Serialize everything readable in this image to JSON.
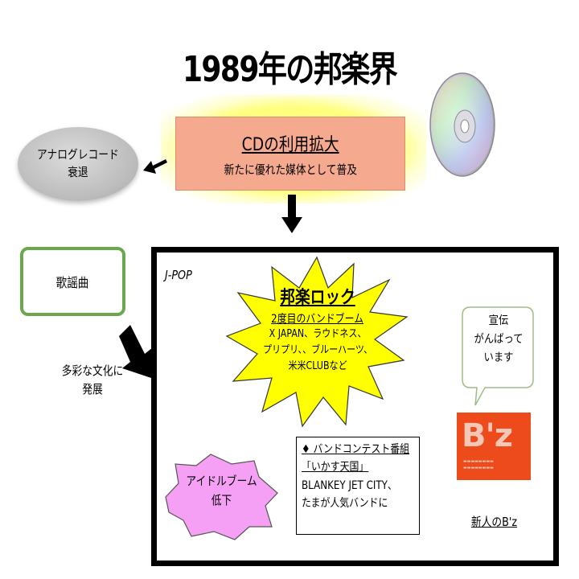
{
  "title": "1989年の邦楽界",
  "cd_box": {
    "title": "CDの利用拡大",
    "subtitle": "新たに優れた媒体として普及"
  },
  "analog": {
    "line1": "アナログレコード",
    "line2": "衰退"
  },
  "kayo": {
    "label": "歌謡曲"
  },
  "diverse": {
    "line1": "多彩な文化に",
    "line2": "発展"
  },
  "jpop": {
    "label": "J-POP",
    "star": {
      "title": "邦楽ロック",
      "subtitle": "2度目のバンドブーム",
      "lines": [
        "X JAPAN、ラウドネス、",
        "プリプリ、、ブルーハーツ、",
        "米米CLUBなど"
      ]
    },
    "bubble": {
      "lines": [
        "宣伝",
        "がんばって",
        "います"
      ]
    },
    "bz": {
      "logo": "B'z",
      "caption": "新人のB'z"
    },
    "band": {
      "lines": [
        "♦ バンドコンテスト番組",
        "「いかす天国」",
        "BLANKEY JET CITY、",
        "たまが人気バンドに"
      ]
    },
    "idol": {
      "line1": "アイドルブーム",
      "line2": "低下"
    }
  },
  "colors": {
    "cd_box_fill": "#f5a98e",
    "glow": "#ffff78",
    "star_fill": "#ffff00",
    "idol_fill": "#f5a0f5",
    "kayo_border": "#6aa84f",
    "bz_red": "#ee4b1d"
  }
}
